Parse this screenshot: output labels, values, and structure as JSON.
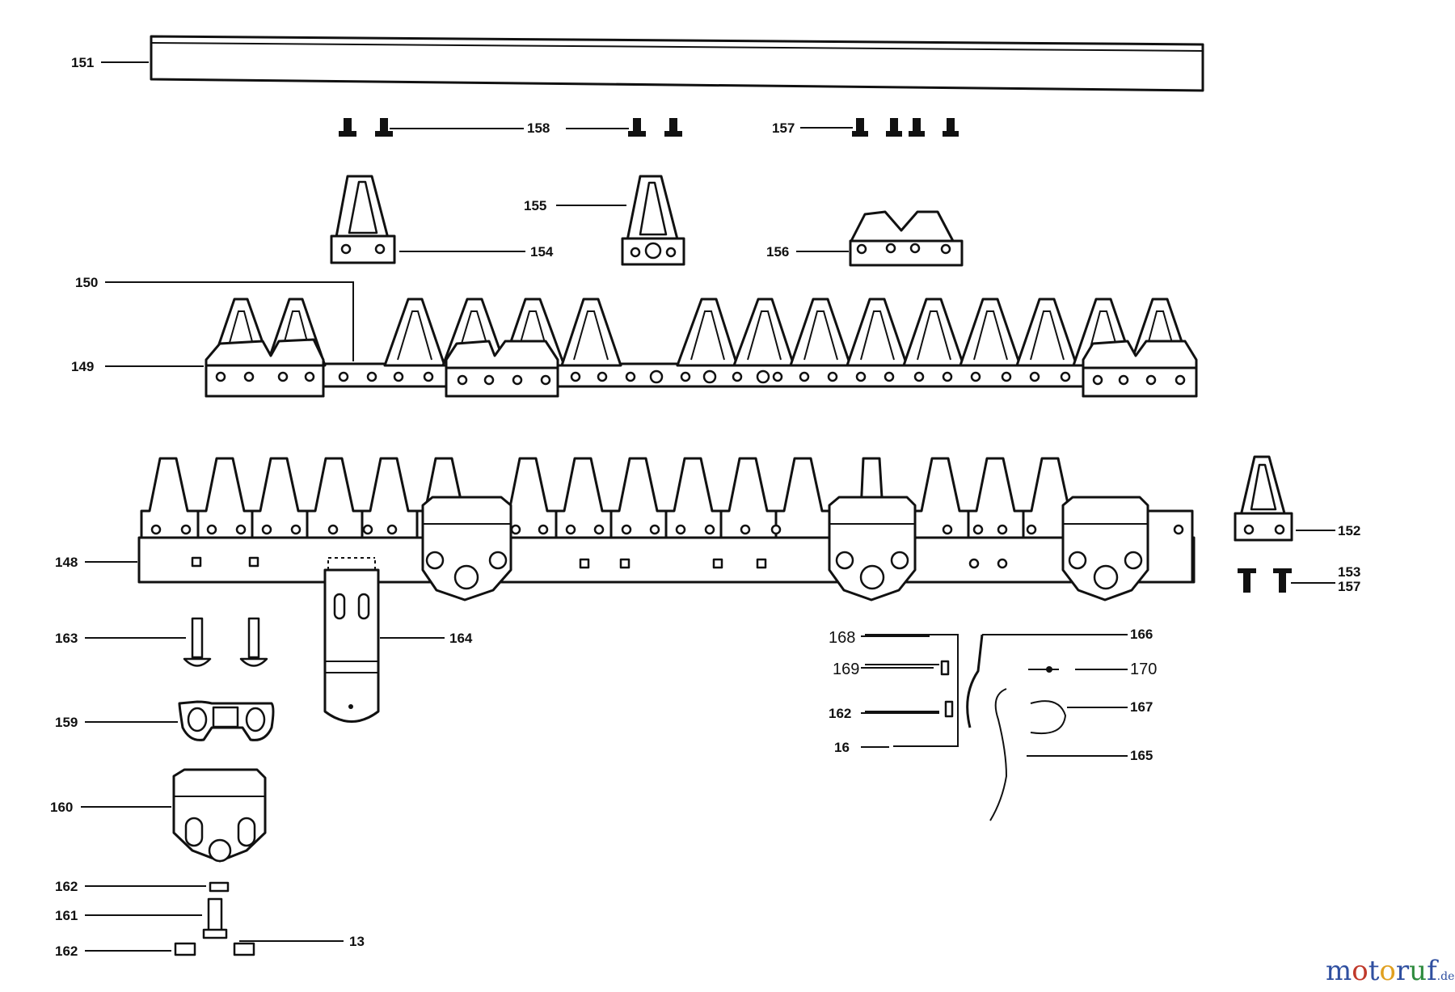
{
  "diagram": {
    "labels": {
      "l151": "151",
      "l158": "158",
      "l157": "157",
      "l155": "155",
      "l154": "154",
      "l156": "156",
      "l150a": "150",
      "l149": "149",
      "l148": "148",
      "l152": "152",
      "l153": "153",
      "l157b": "157",
      "l163": "163",
      "l164": "164",
      "l159": "159",
      "l160": "160",
      "l162a": "162",
      "l161": "161",
      "l162b": "162",
      "l13": "13",
      "l168": "168",
      "l169": "169",
      "l162c": "162",
      "l16x": "16",
      "l166": "166",
      "l170": "170",
      "l167": "167",
      "l165": "165"
    }
  },
  "watermark": {
    "brand_a": "motoruf",
    "brand_b": ".de",
    "colors": [
      "#2f4fa0",
      "#c0392b",
      "#e0a020",
      "#2e8b3e"
    ]
  }
}
